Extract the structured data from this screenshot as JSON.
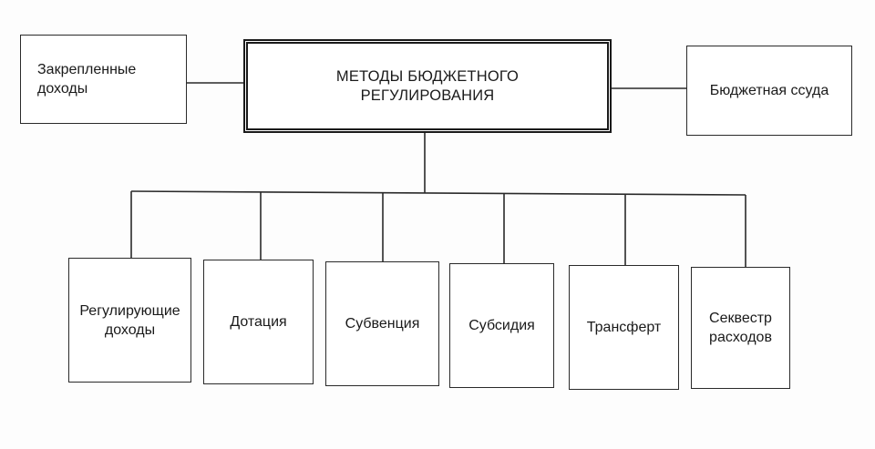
{
  "diagram": {
    "root": "МЕТОДЫ БЮДЖЕТНОГО\nРЕГУЛИРОВАНИЯ",
    "left_node": "Закрепленные\nдоходы",
    "right_node": "Бюджетная ссуда",
    "children": [
      "Регулирующие\nдоходы",
      "Дотация",
      "Субвенция",
      "Субсидия",
      "Трансферт",
      "Секвестр\nрасходов"
    ]
  }
}
